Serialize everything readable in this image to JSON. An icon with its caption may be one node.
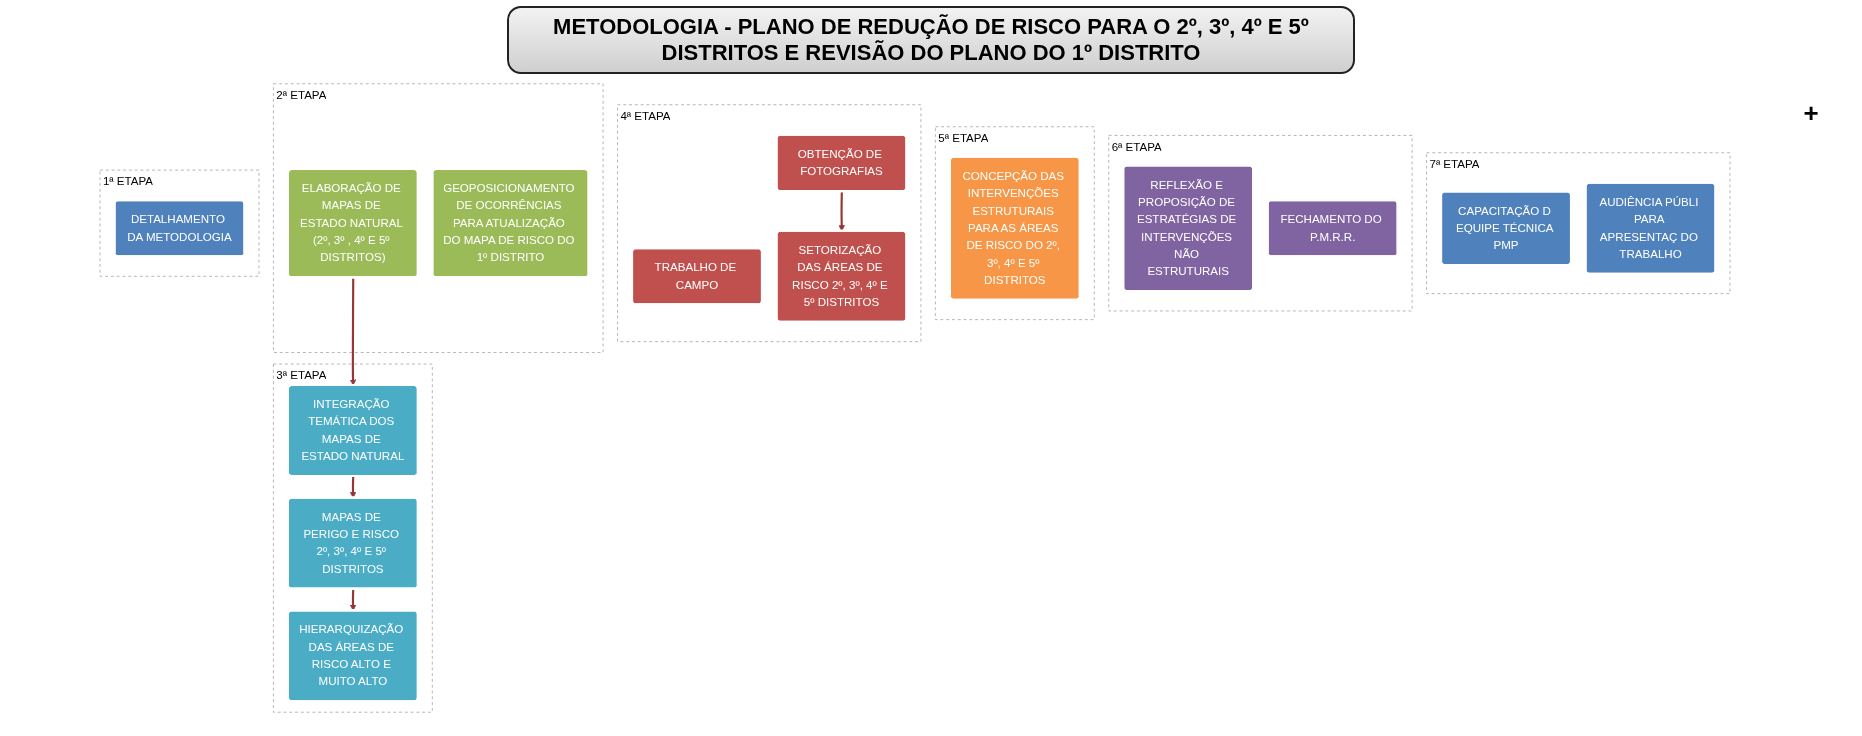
{
  "diagram": {
    "title": "METODOLOGIA - PLANO DE REDUÇÃO DE RISCO PARA O 2º, 3º, 4º E 5º DISTRITOS E REVISÃO DO PLANO DO 1º DISTRITO",
    "nodes": [
      {
        "text": [
          "1ª ETAPA"
        ]
      },
      {
        "text": [
          "DETALHAMENTO DA METODOLOGIA"
        ],
        "in": 0
      },
      {
        "text": [
          "2ª ETAPA"
        ]
      },
      {
        "text": [
          "ELABORAÇÃO DE MAPAS DE ESTADO NATURAL (2º, 3º , 4º E 5º DISTRITOS)"
        ],
        "in": 2
      },
      {
        "text": [
          "GEOPOSICIONAMENTO DE OCORRÊNCIAS PARA ATUALIZAÇÃO DO MAPA DE RISCO DO 1º DISTRITO"
        ],
        "in": 2
      },
      {
        "text": [
          "3ª ETAPA"
        ]
      },
      {
        "text": [
          "INTEGRAÇÃO TEMÁTICA DOS MAPAS DE ESTADO NATURAL"
        ],
        "in": 5
      },
      {
        "text": [
          "MAPAS DE PERIGO E RISCO 2º, 3º, 4º E 5º DISTRITOS"
        ],
        "in": 5
      },
      {
        "text": [
          "HIERARQUIZAÇÃO DAS ÁREAS DE RISCO ALTO E MUITO ALTO"
        ],
        "in": 5
      },
      {
        "text": [
          "4ª ETAPA"
        ]
      },
      {
        "text": [
          "TRABALHO DE CAMPO"
        ],
        "in": 9
      },
      {
        "text": [
          "OBTENÇÃO DE FOTOGRAFIAS"
        ],
        "in": 9
      },
      {
        "text": [
          "SETORIZAÇÃO DAS ÁREAS DE RISCO 2º, 3º, 4º E 5º DISTRITOS"
        ],
        "in": 9
      },
      {
        "text": [
          "5ª ETAPA"
        ]
      },
      {
        "text": [
          "CONCEPÇÃO DAS INTERVENÇÕES ESTRUTURAIS PARA AS ÁREAS DE RISCO DO 2º, 3º, 4º E 5º DISTRITOS"
        ],
        "in": 13
      },
      {
        "text": [
          "6ª ETAPA"
        ]
      },
      {
        "text": [
          "REFLEXÃO E PROPOSIÇÃO DE ESTRATÉGIAS DE INTERVENÇÕES NÃO ESTRUTURAIS"
        ],
        "in": 15
      },
      {
        "text": [
          "FECHAMENTO DO P.M.R.R."
        ],
        "in": 15
      },
      {
        "text": [
          "7ª ETAPA"
        ]
      },
      {
        "text": [
          "CAPACITAÇÃO D EQUIPE TÉCNICA PMP"
        ],
        "in": 18
      },
      {
        "text": [
          "AUDIÊNCIA PÚBLI PARA APRESENTAÇ DO TRABALHO"
        ],
        "in": 18
      }
    ],
    "edges": [
      {
        "from": 3,
        "to": 6,
        "arrow": "to"
      },
      {
        "from": 6,
        "to": 7,
        "arrow": "to"
      },
      {
        "from": 7,
        "to": 8,
        "arrow": "to"
      },
      {
        "from": 11,
        "to": 12,
        "arrow": "to"
      }
    ],
    "labels": [
      "+"
    ]
  }
}
